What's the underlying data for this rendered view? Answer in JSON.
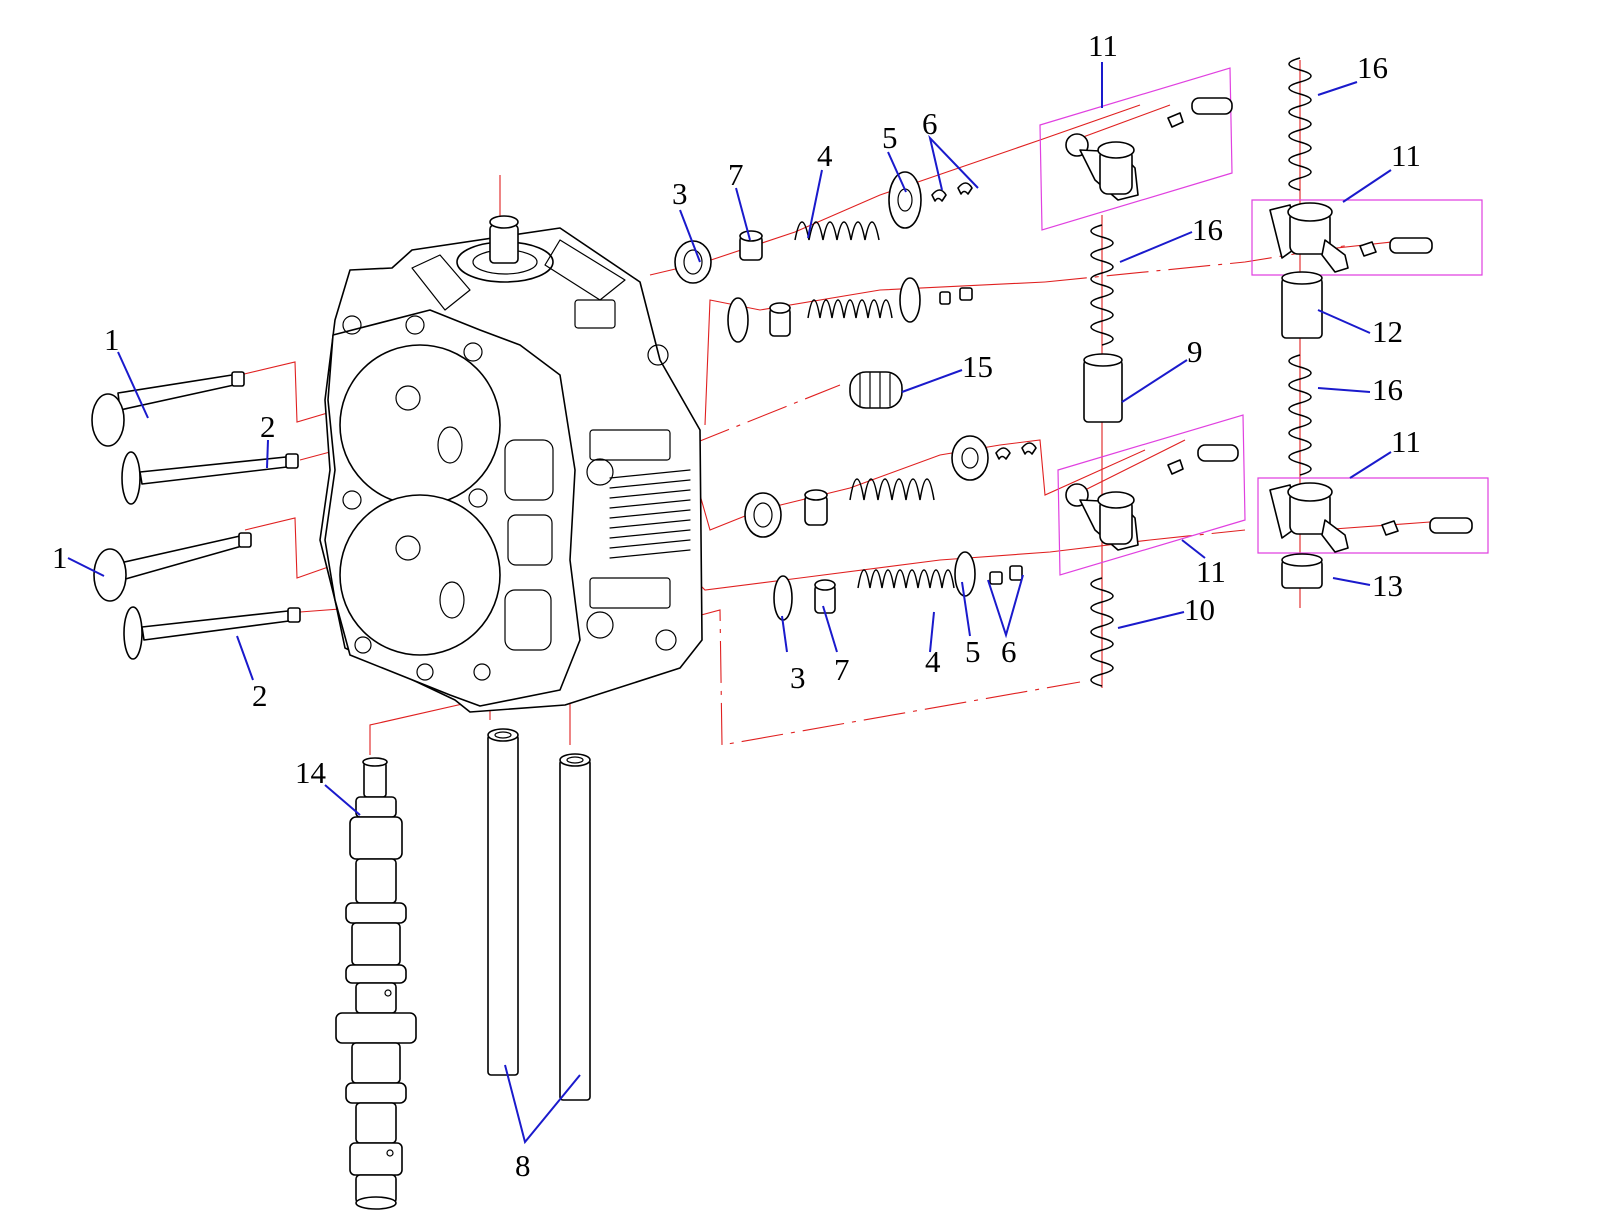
{
  "diagram": {
    "type": "exploded-parts-view",
    "colors": {
      "outline": "#000000",
      "center_line": "#e02020",
      "leader_line": "#1a1acc",
      "group_box": "#e040e0",
      "background": "#ffffff"
    },
    "callouts": [
      {
        "id": "c1",
        "label": "1"
      },
      {
        "id": "c2",
        "label": "2"
      },
      {
        "id": "c3",
        "label": "3"
      },
      {
        "id": "c4",
        "label": "4"
      },
      {
        "id": "c5",
        "label": "5"
      },
      {
        "id": "c6",
        "label": "6"
      },
      {
        "id": "c7",
        "label": "7"
      },
      {
        "id": "c8",
        "label": "8"
      },
      {
        "id": "c9",
        "label": "9"
      },
      {
        "id": "c10",
        "label": "10"
      },
      {
        "id": "c11",
        "label": "11"
      },
      {
        "id": "c12",
        "label": "12"
      },
      {
        "id": "c13",
        "label": "13"
      },
      {
        "id": "c14",
        "label": "14"
      },
      {
        "id": "c15",
        "label": "15"
      },
      {
        "id": "c16",
        "label": "16"
      }
    ]
  }
}
